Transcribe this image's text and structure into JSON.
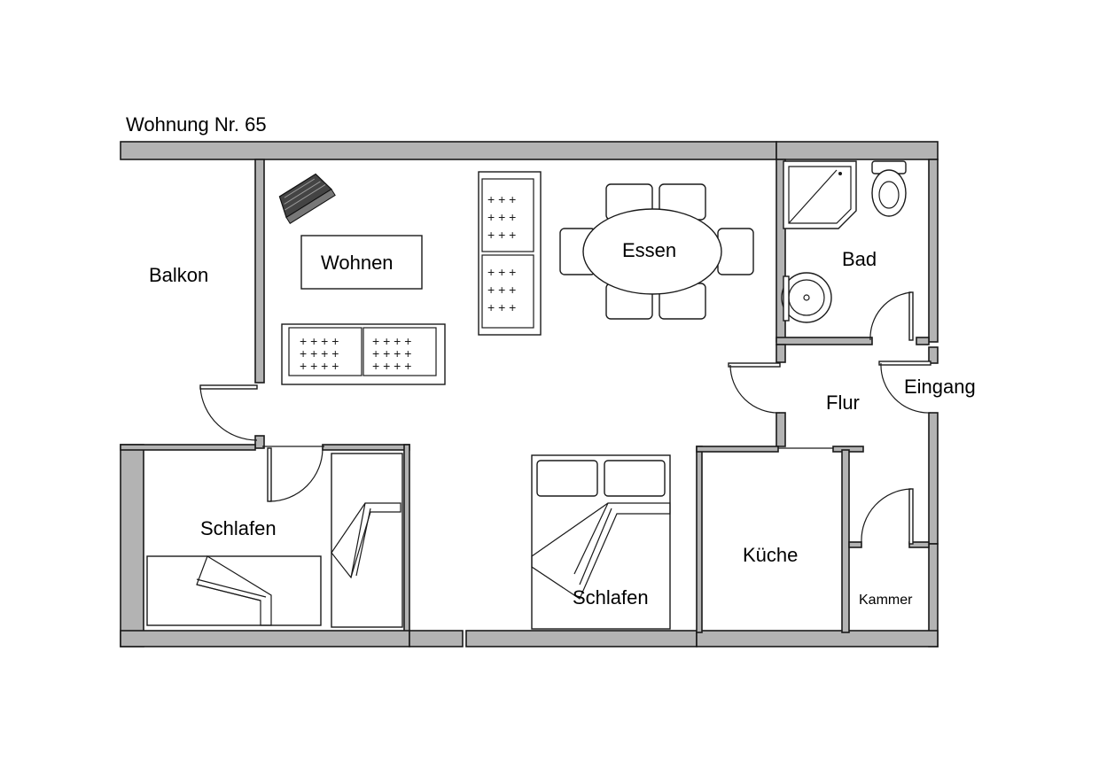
{
  "title": "Wohnung Nr. 65",
  "rooms": {
    "balkon": "Balkon",
    "wohnen": "Wohnen",
    "essen": "Essen",
    "bad": "Bad",
    "flur": "Flur",
    "eingang": "Eingang",
    "schlafen_left": "Schlafen",
    "schlafen_right": "Schlafen",
    "kueche": "Küche",
    "kammer": "Kammer"
  },
  "colors": {
    "wall": "#b3b3b3",
    "line": "#1a1a1a",
    "background": "#ffffff"
  }
}
